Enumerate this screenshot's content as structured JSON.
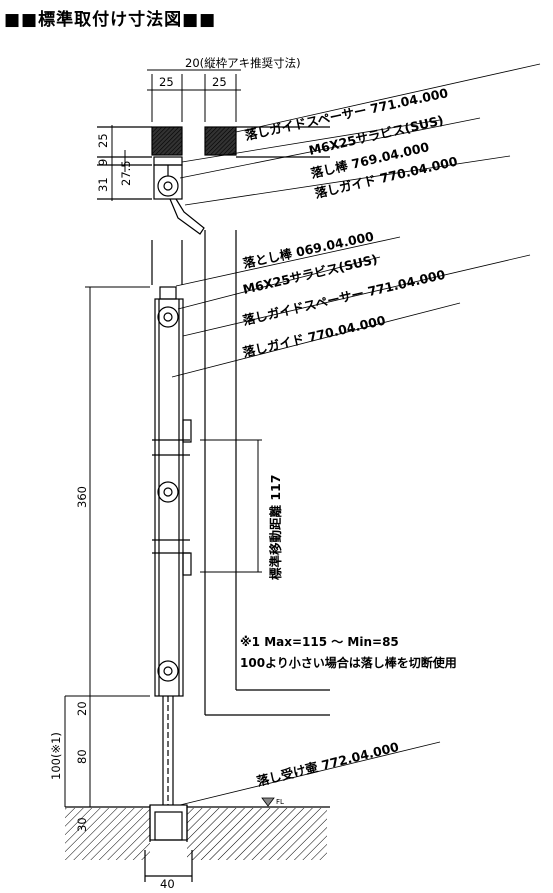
{
  "title": "■■標準取付け寸法図■■",
  "dimensions": {
    "top_gap_label": "20(縦枠アキ推奨寸法)",
    "width_left": "25",
    "width_right": "25",
    "height_25": "25",
    "height_9": "9",
    "height_31": "31",
    "height_27_5": "27.5",
    "height_360": "360",
    "height_20": "20",
    "height_80": "80",
    "height_100": "100(※1)",
    "height_30": "30",
    "width_40": "40",
    "travel_distance": "標準移動距離 117"
  },
  "callouts_top": {
    "spacer": "落しガイドスペーサー 771.04.000",
    "screw": "M6X25サラビス(SUS)",
    "rod": "落し棒 769.04.000",
    "guide": "落しガイド 770.04.000"
  },
  "callouts_mid": {
    "rod": "落とし棒 069.04.000",
    "screw": "M6X25サラビス(SUS)",
    "spacer": "落しガイドスペーサー 771.04.000",
    "guide": "落しガイド 770.04.000"
  },
  "receiver": "落し受け壷 772.04.000",
  "note_line1": "※1 Max=115 ～ Min=85",
  "note_line2": "100より小さい場合は落し棒を切断使用",
  "ground_mark": "FL"
}
